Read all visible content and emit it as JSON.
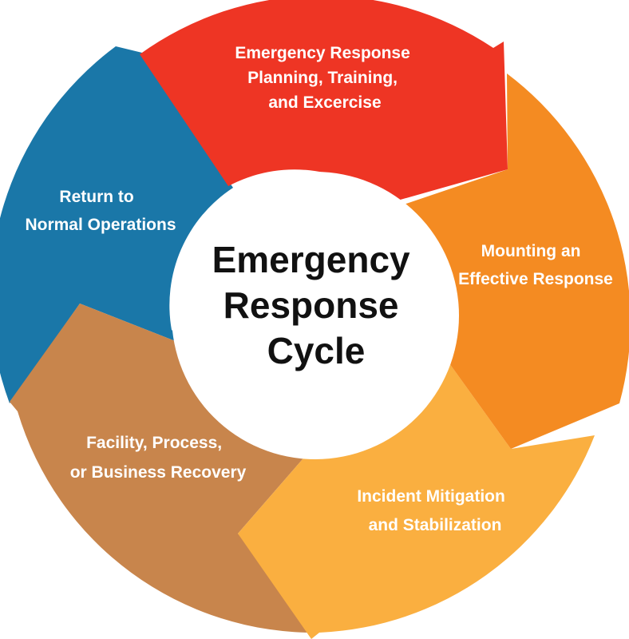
{
  "center_title": [
    "Emergency",
    "Response",
    "Cycle"
  ],
  "segments": [
    {
      "id": "planning",
      "lines": [
        "Emergency Response",
        "Planning, Training,",
        "and Excercise"
      ],
      "color": "#EE3524"
    },
    {
      "id": "mounting",
      "lines": [
        "Mounting an",
        "Effective Response"
      ],
      "color": "#F48B22"
    },
    {
      "id": "mitigation",
      "lines": [
        "Incident Mitigation",
        "and Stabilization"
      ],
      "color": "#FAAF40"
    },
    {
      "id": "recovery",
      "lines": [
        "Facility, Process,",
        "or Business Recovery"
      ],
      "color": "#C8854C"
    },
    {
      "id": "return",
      "lines": [
        "Return to",
        "Normal Operations"
      ],
      "color": "#1A77A8"
    }
  ]
}
